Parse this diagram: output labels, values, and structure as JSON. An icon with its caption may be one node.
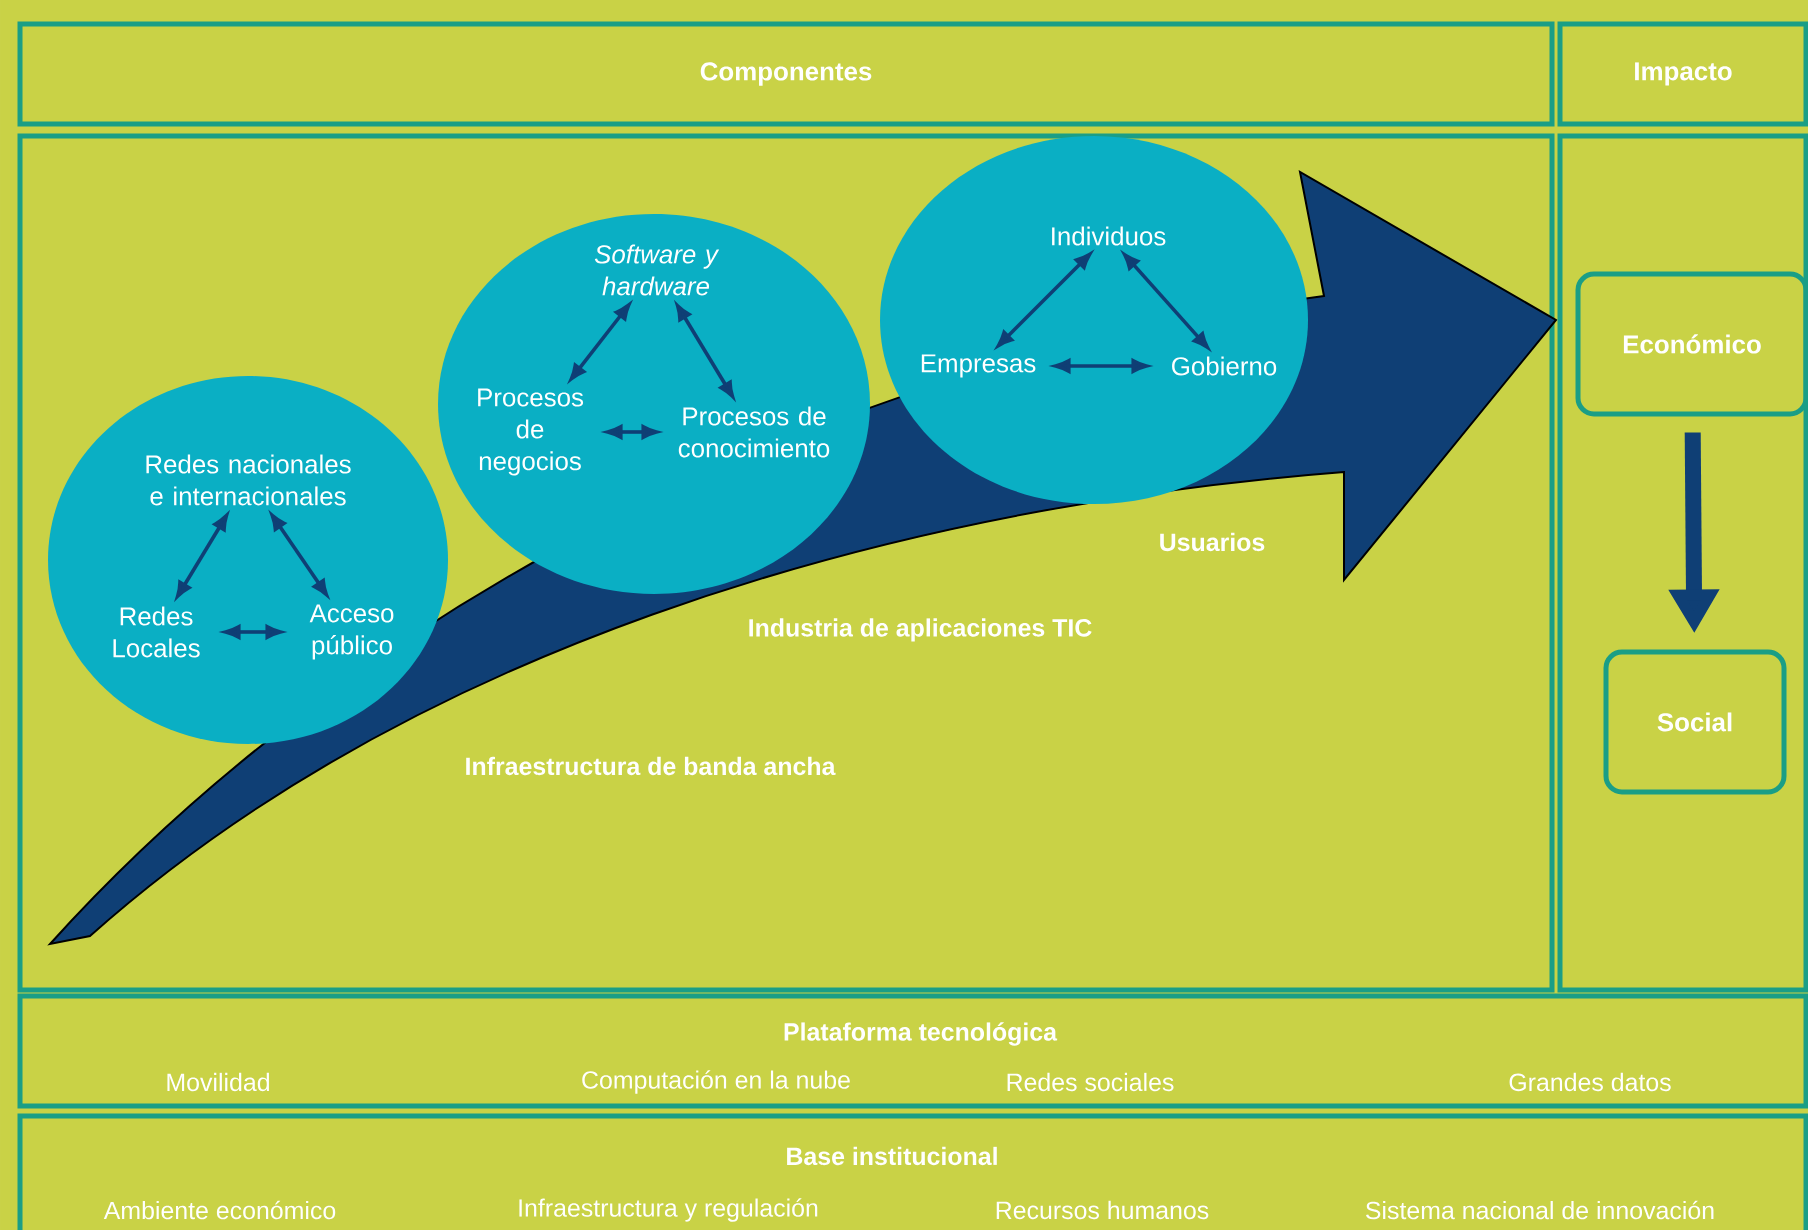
{
  "diagram": {
    "nodes": [
      {
        "text": [
          "Componentes"
        ]
      },
      {
        "text": [
          "Impacto"
        ]
      },
      {
        "text": [],
        "shape": "box"
      },
      {
        "text": [],
        "shape": "box"
      },
      {
        "text": [],
        "shape": "circle",
        "in": 2
      },
      {
        "text": [
          "Redes nacionales e internacionales"
        ],
        "in": 4
      },
      {
        "text": [
          "Redes Locales"
        ],
        "in": 4
      },
      {
        "text": [
          "Acceso público"
        ],
        "in": 4
      },
      {
        "text": [],
        "shape": "circle",
        "in": 2
      },
      {
        "text": [
          "Software y hardware"
        ],
        "in": 8
      },
      {
        "text": [
          "Procesos de negocios"
        ],
        "in": 8
      },
      {
        "text": [
          "Procesos de conocimiento"
        ],
        "in": 8
      },
      {
        "text": [],
        "shape": "circle",
        "in": 2
      },
      {
        "text": [
          "Individuos"
        ],
        "in": 12
      },
      {
        "text": [
          "Empresas"
        ],
        "in": 12
      },
      {
        "text": [
          "Gobierno"
        ],
        "in": 12
      },
      {
        "text": [
          "Económico"
        ],
        "in": 3
      },
      {
        "text": [
          "Social"
        ],
        "in": 3
      },
      {
        "text": [
          "Plataforma tecnológica",
          "Movilidad",
          "Computación en la nube",
          "Redes sociales",
          "Grandes datos"
        ]
      },
      {
        "text": [
          "Base institucional",
          "Ambiente económico",
          "Infraestructura y regulación",
          "Recursos humanos",
          "Sistema nacional de innovación"
        ]
      }
    ],
    "edges": [
      {
        "from": 5,
        "to": 6,
        "arrow": "both"
      },
      {
        "from": 5,
        "to": 7,
        "arrow": "both"
      },
      {
        "from": 6,
        "to": 7,
        "arrow": "both"
      },
      {
        "from": 9,
        "to": 10,
        "arrow": "both"
      },
      {
        "from": 9,
        "to": 11,
        "arrow": "both"
      },
      {
        "from": 10,
        "to": 11,
        "arrow": "both"
      },
      {
        "from": 13,
        "to": 14,
        "arrow": "both"
      },
      {
        "from": 13,
        "to": 15,
        "arrow": "both"
      },
      {
        "from": 14,
        "to": 15,
        "arrow": "both"
      },
      {
        "from": 16,
        "to": 17,
        "arrow": "to",
        "style": "thick"
      }
    ],
    "labels": [
      "Usuarios",
      "Industria de aplicaciones TIC",
      "Infraestructura de banda ancha"
    ]
  }
}
